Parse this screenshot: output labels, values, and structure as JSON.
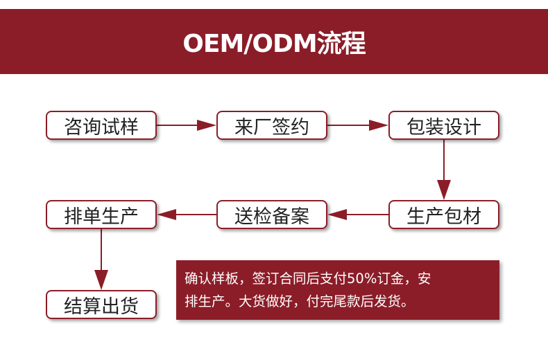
{
  "header": {
    "title": "OEM/ODM流程"
  },
  "flow": {
    "steps": [
      "咨询试样",
      "来厂签约",
      "包装设计",
      "生产包材",
      "送检备案",
      "排单生产",
      "结算出货"
    ]
  },
  "note": {
    "line1": "确认样板，签订合同后支付50%订金，安",
    "line2": "排生产。大货做好，付完尾款后发货。"
  },
  "colors": {
    "accent": "#8b1d28",
    "background": "#ffffff",
    "text": "#222222"
  }
}
